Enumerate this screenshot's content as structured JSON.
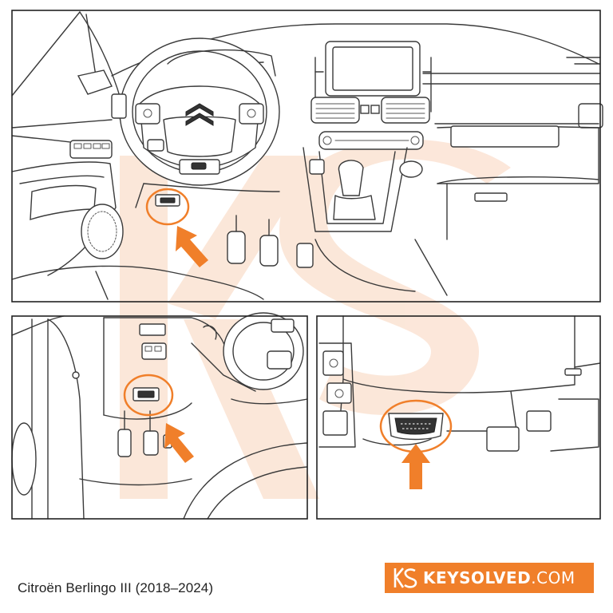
{
  "caption": "Citroën Berlingo III (2018–2024)",
  "brand": {
    "name_bold": "KEYSOLVED",
    "name_light": ".COM",
    "color": "#f07f2a"
  },
  "accent_color": "#f07f2a",
  "watermark_color": "#fbe3d3",
  "panels": [
    {
      "id": "overview",
      "content": "dashboard overview with OBD port location"
    },
    {
      "id": "driver-side",
      "content": "view from driver door showing OBD port below steering column"
    },
    {
      "id": "close-up",
      "content": "close-up of OBD connector under dashboard"
    }
  ]
}
